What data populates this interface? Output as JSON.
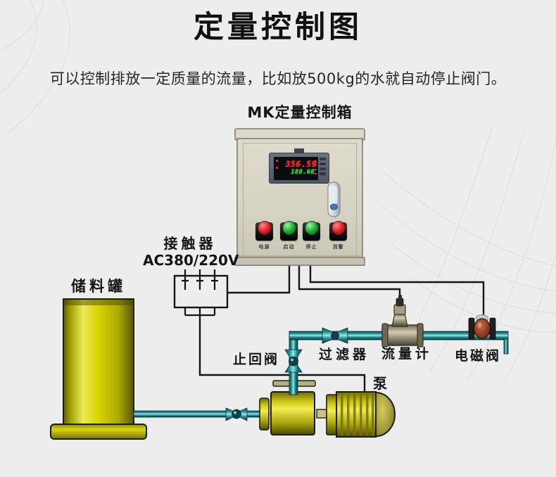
{
  "header": {
    "title": "定量控制图",
    "subtitle": "可以控制排放一定质量的流量，比如放500kg的水就自动停止阀门。"
  },
  "control_box": {
    "label": "MK定量控制箱",
    "display": {
      "reading_total": "356.59",
      "reading_flow": "188.60"
    },
    "buttons": [
      {
        "label": "电源",
        "color": "#e02a30"
      },
      {
        "label": "启动",
        "color": "#28b33c"
      },
      {
        "label": "停止",
        "color": "#28b33c"
      },
      {
        "label": "消警",
        "color": "#e02a30"
      }
    ]
  },
  "contactor": {
    "label": "接触器",
    "rating": "AC380/220V"
  },
  "equipment_labels": {
    "tank": "储料罐",
    "check_valve": "止回阀",
    "filter": "过滤器",
    "flow_meter": "流量计",
    "solenoid_valve": "电磁阀",
    "pump": "泵"
  },
  "colors": {
    "background": "#ededee",
    "pipe_teal": "#2d9aa0",
    "tank_yellow": "#d6d203",
    "cabinet_beige": "#d8d4c5",
    "display_red": "#ff2b38",
    "display_green": "#35e052",
    "wire_black": "#141414"
  }
}
